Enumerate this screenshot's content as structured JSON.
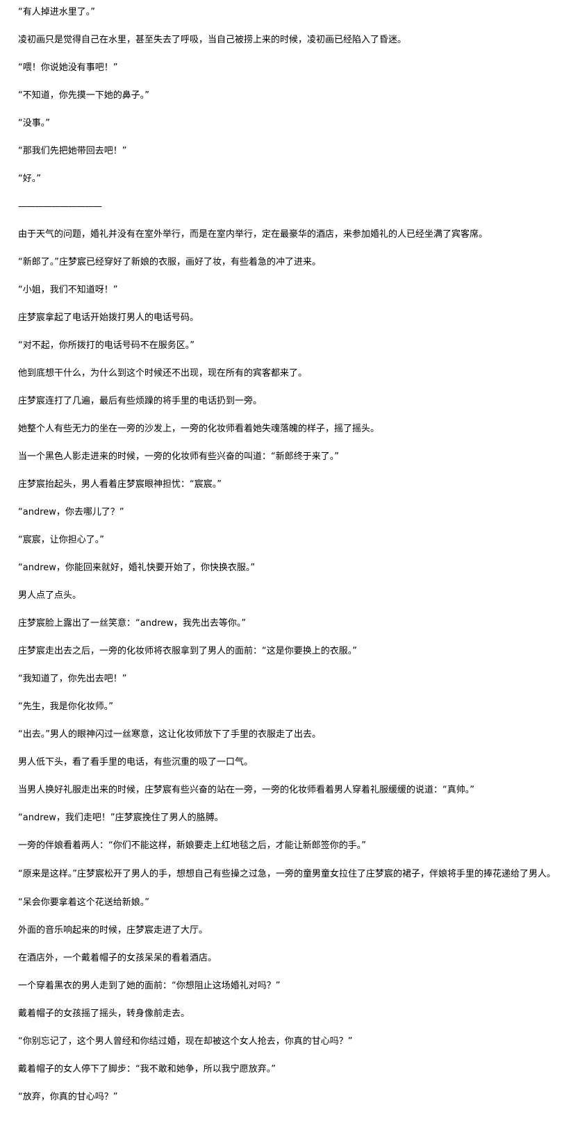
{
  "document": {
    "paragraphs": [
      "“有人掉进水里了。”",
      "凌初画只是觉得自己在水里，甚至失去了呼吸，当自己被捞上来的时候，凌初画已经陷入了昏迷。",
      "“喂！你说她没有事吧！”",
      "“不知道，你先摸一下她的鼻子。”",
      "“没事。”",
      "“那我们先把她带回去吧！”",
      "“好。”",
      "——————————",
      "由于天气的问题，婚礼并没有在室外举行，而是在室内举行，定在最豪华的酒店，来参加婚礼的人已经坐满了宾客席。",
      "“新郎了。”庄梦宸已经穿好了新娘的衣服，画好了妆，有些着急的冲了进来。",
      "“小姐，我们不知道呀！”",
      "庄梦宸拿起了电话开始拨打男人的电话号码。",
      "“对不起，你所拨打的电话号码不在服务区。”",
      "他到底想干什么，为什么到这个时候还不出现，现在所有的宾客都来了。",
      "庄梦宸连打了几遍，最后有些烦躁的将手里的电话扔到一旁。",
      "她整个人有些无力的坐在一旁的沙发上，一旁的化妆师看着她失魂落魄的样子，摇了摇头。",
      "当一个黑色人影走进来的时候，一旁的化妆师有些兴奋的叫道：“新郎终于来了。”",
      "庄梦宸抬起头，男人看着庄梦宸眼神担忧：“宸宸。”",
      "“andrew，你去哪儿了？”",
      "“宸宸，让你担心了。”",
      "“andrew，你能回来就好，婚礼快要开始了，你快换衣服。”",
      "男人点了点头。",
      "庄梦宸脸上露出了一丝笑意：“andrew，我先出去等你。”",
      "庄梦宸走出去之后，一旁的化妆师将衣服拿到了男人的面前：“这是你要换上的衣服。”",
      "“我知道了，你先出去吧！”",
      "“先生，我是你化妆师。”",
      "“出去。”男人的眼神闪过一丝寒意，这让化妆师放下了手里的衣服走了出去。",
      "男人低下头，看了看手里的电话，有些沉重的吸了一口气。",
      "当男人换好礼服走出来的时候，庄梦宸有些兴奋的站在一旁，一旁的化妆师看着男人穿着礼服缓缓的说道：“真帅。”",
      "“andrew，我们走吧！”庄梦宸挽住了男人的胳膊。",
      "一旁的伴娘看着两人：“你们不能这样，新娘要走上红地毯之后，才能让新郎签你的手。”",
      "“原来是这样。”庄梦宸松开了男人的手，想想自己有些操之过急，一旁的童男童女拉住了庄梦宸的裙子，伴娘将手里的捧花递给了男人。",
      "“呆会你要拿着这个花送给新娘。”",
      "外面的音乐响起来的时候，庄梦宸走进了大厅。",
      "在酒店外，一个戴着帽子的女孩呆呆的看着酒店。",
      "一个穿着黑衣的男人走到了她的面前：“你想阻止这场婚礼对吗？”",
      "戴着帽子的女孩摇了摇头，转身像前走去。",
      "“你别忘记了，这个男人曾经和你结过婚，现在却被这个女人抢去，你真的甘心吗？”",
      "戴着帽子的女人停下了脚步：“我不敢和她争，所以我宁愿放弃。”",
      "“放弃，你真的甘心吗？”"
    ]
  }
}
